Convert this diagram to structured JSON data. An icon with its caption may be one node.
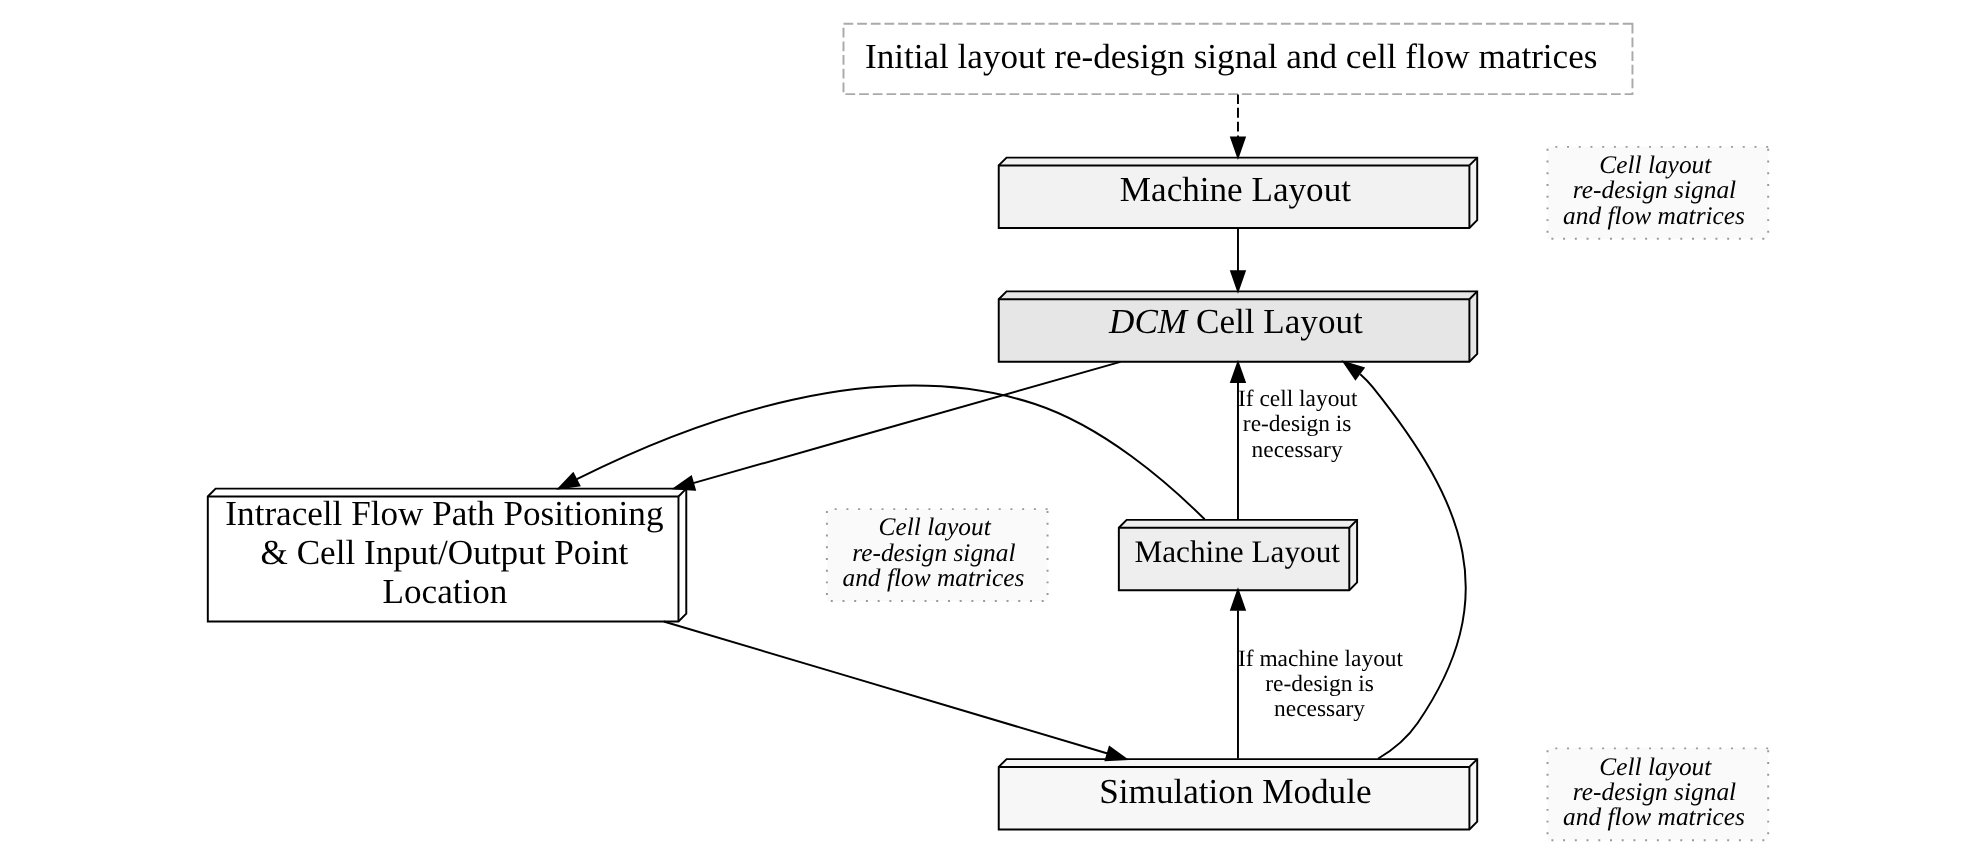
{
  "diagram": {
    "nodes": [
      {
        "text": [
          "Initial layout re-design signal and cell flow matrices"
        ]
      },
      {
        "text": [
          "Machine Layout"
        ]
      },
      {
        "text": [
          "Cell layout re-design signal and flow matrices"
        ]
      },
      {
        "text": [
          "*DCM* Cell Layout"
        ]
      },
      {
        "text": [
          "Cell layout re-design signal and flow matrices"
        ]
      },
      {
        "text": [
          "Intracell Flow Path Positioning & Cell Input/Output Point Location"
        ]
      },
      {
        "text": [
          "Machine Layout"
        ]
      },
      {
        "text": [
          "Simulation Module"
        ]
      },
      {
        "text": [
          "Cell layout re-design signal and flow matrices"
        ]
      }
    ],
    "edges": [
      {
        "from": 0,
        "to": 1,
        "arrow": "to",
        "style": "dashed"
      },
      {
        "from": 1,
        "to": 3,
        "arrow": "to"
      },
      {
        "from": 3,
        "to": 5,
        "arrow": "to"
      },
      {
        "from": 5,
        "to": 7,
        "arrow": "to"
      },
      {
        "from": 7,
        "to": 3,
        "arrow": "to"
      },
      {
        "from": 7,
        "to": 6,
        "arrow": "to",
        "label": "If machine layout re-design is necessary"
      },
      {
        "from": 6,
        "to": 5,
        "arrow": "to"
      },
      {
        "from": 6,
        "to": 3,
        "arrow": "to",
        "label": "If cell layout re-design is necessary"
      }
    ]
  }
}
